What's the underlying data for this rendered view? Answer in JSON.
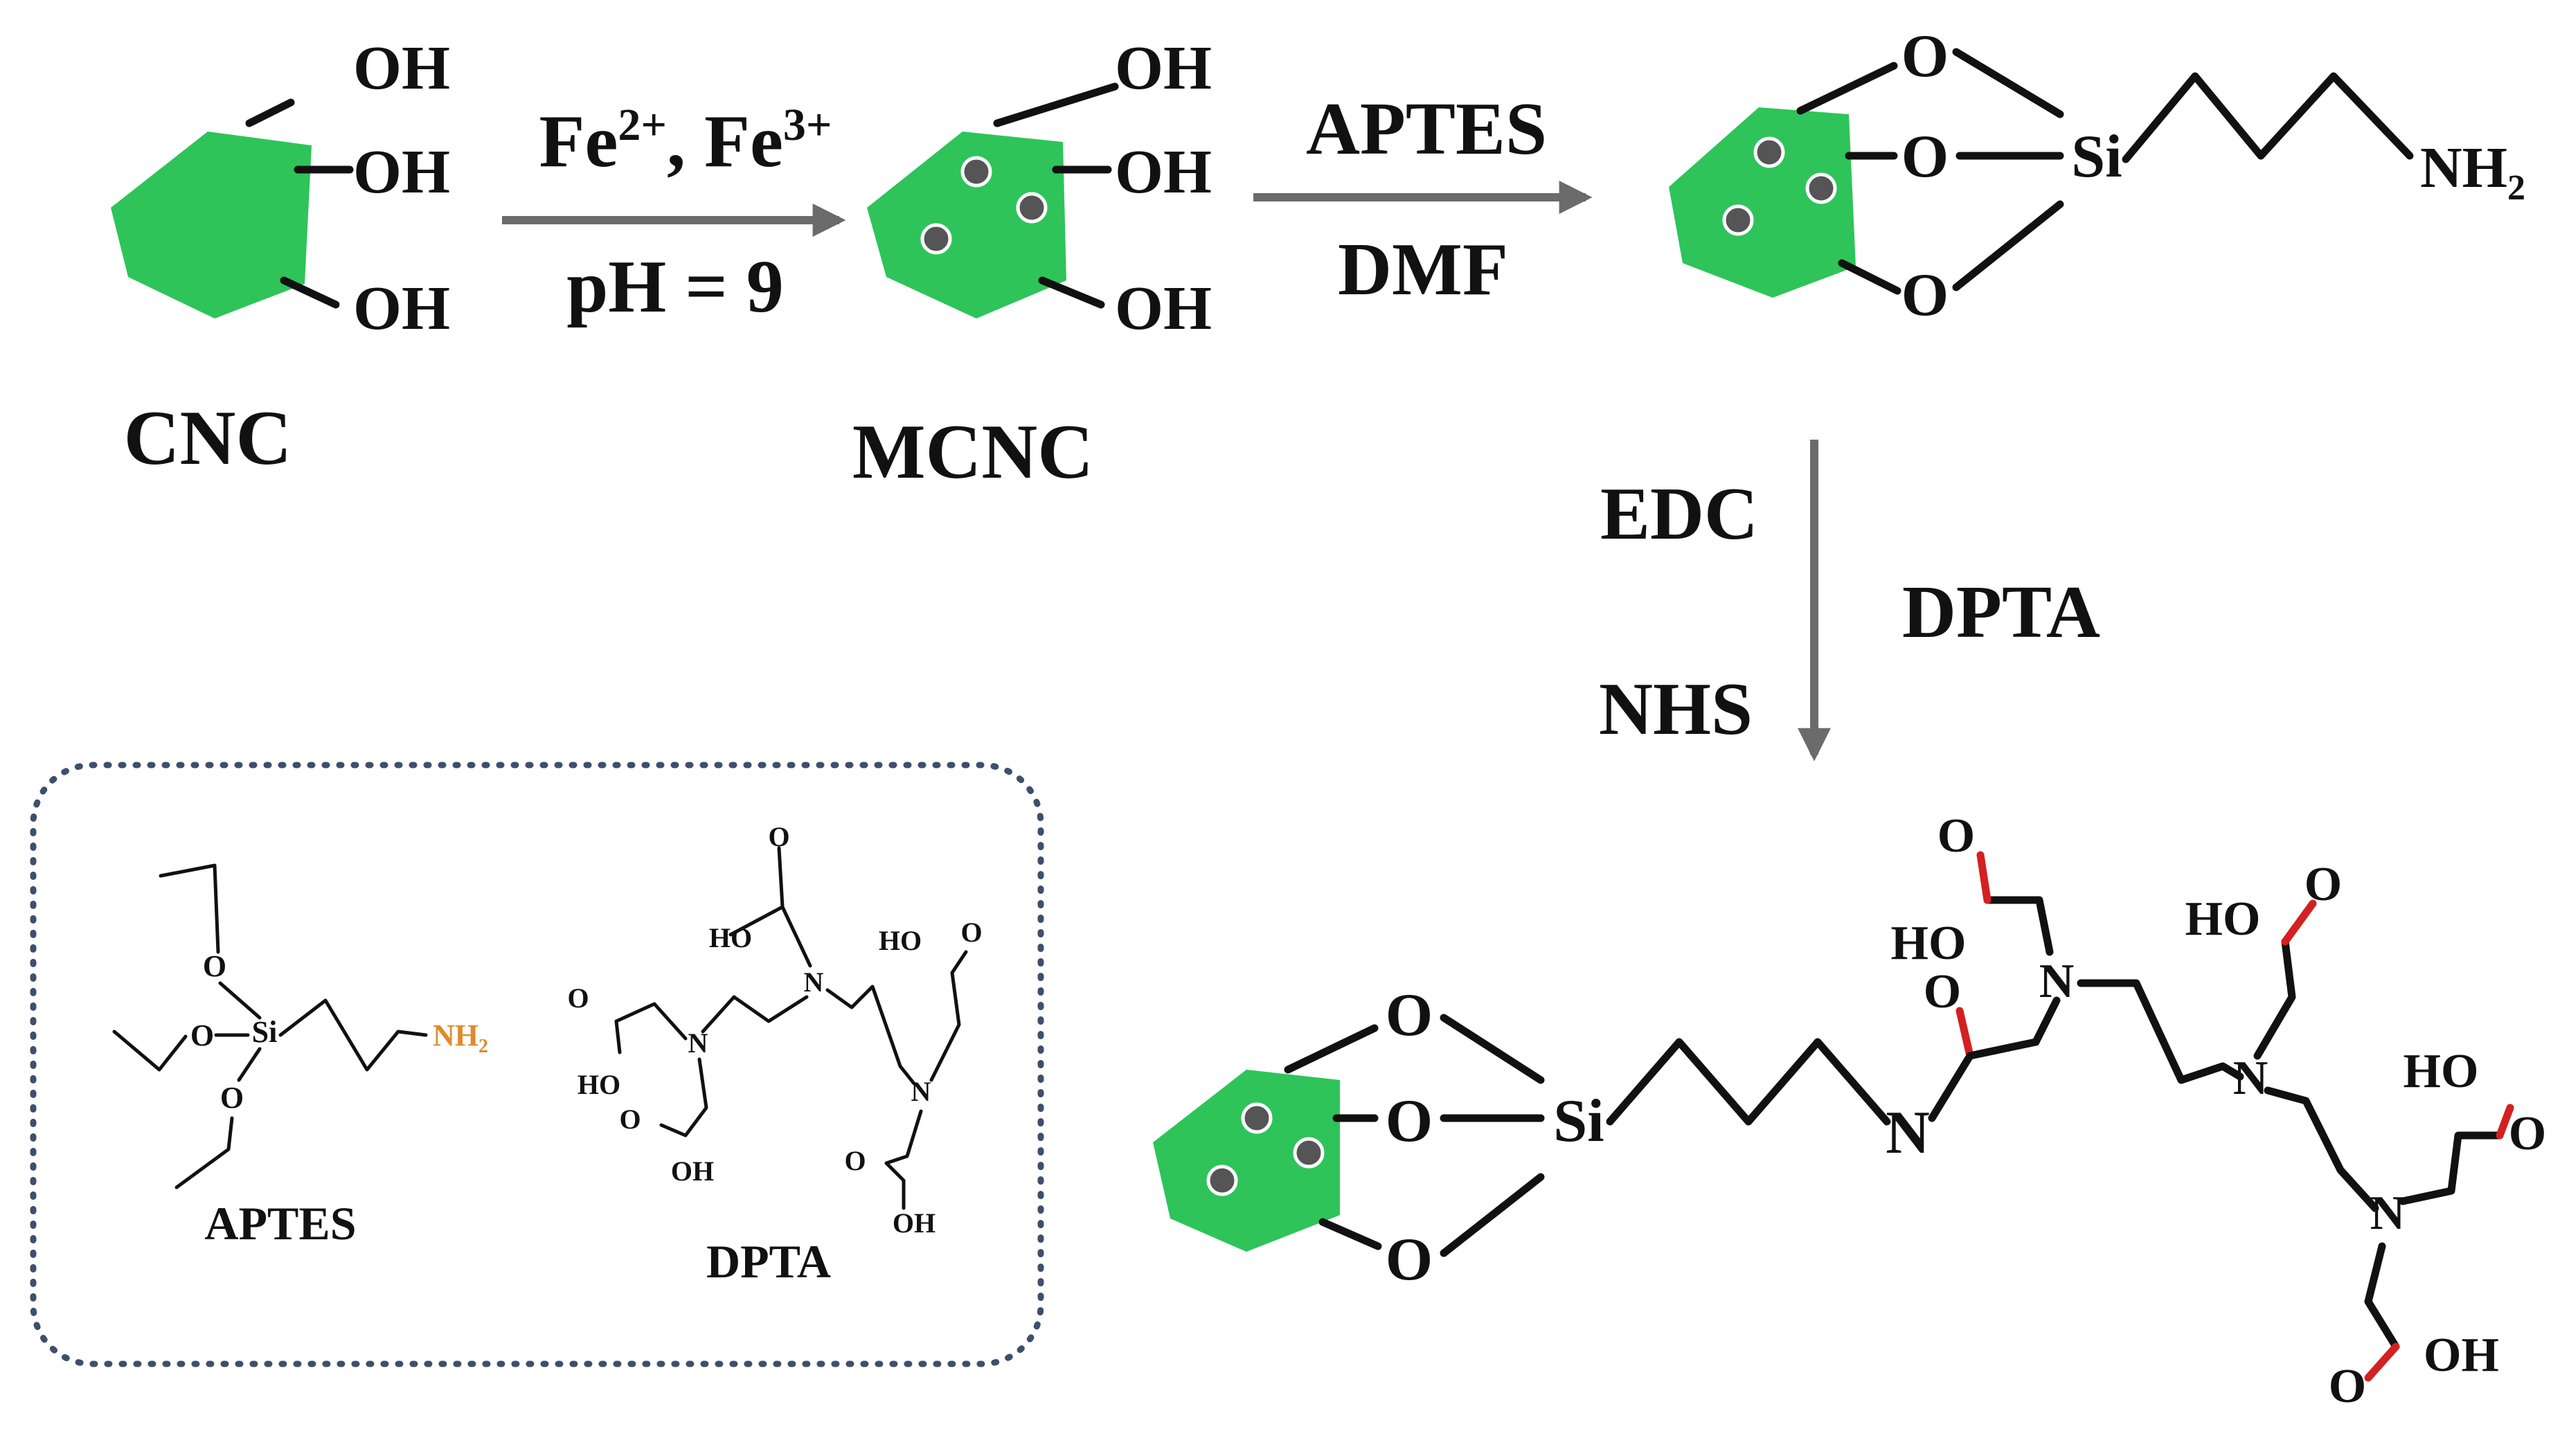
{
  "colors": {
    "particle": "#2ec45a",
    "iron": "#555555",
    "oxygen_red": "#d42020",
    "nitrogen_blue": "#1c2a8c",
    "amine_orange": "#e08a2c",
    "arrow": "#6b6b6b",
    "box_border": "#3d4f6b"
  },
  "materials": {
    "cnc": "CNC",
    "mcnc": "MCNC"
  },
  "groups": {
    "oh": "OH",
    "o": "O",
    "si": "Si",
    "nh": "NH",
    "sub2": "2",
    "n": "N",
    "ho": "HO"
  },
  "step1": {
    "fe": "Fe",
    "fe2_sup": "2+",
    "sep": ", ",
    "fe3_sup": "3+",
    "ph": "pH = 9"
  },
  "step2": {
    "top": "APTES",
    "bottom": "DMF"
  },
  "step3": {
    "left_top": "EDC",
    "left_bottom": "NHS",
    "right": "DPTA"
  },
  "legend": {
    "aptes": "APTES",
    "dpta": "DPTA"
  }
}
